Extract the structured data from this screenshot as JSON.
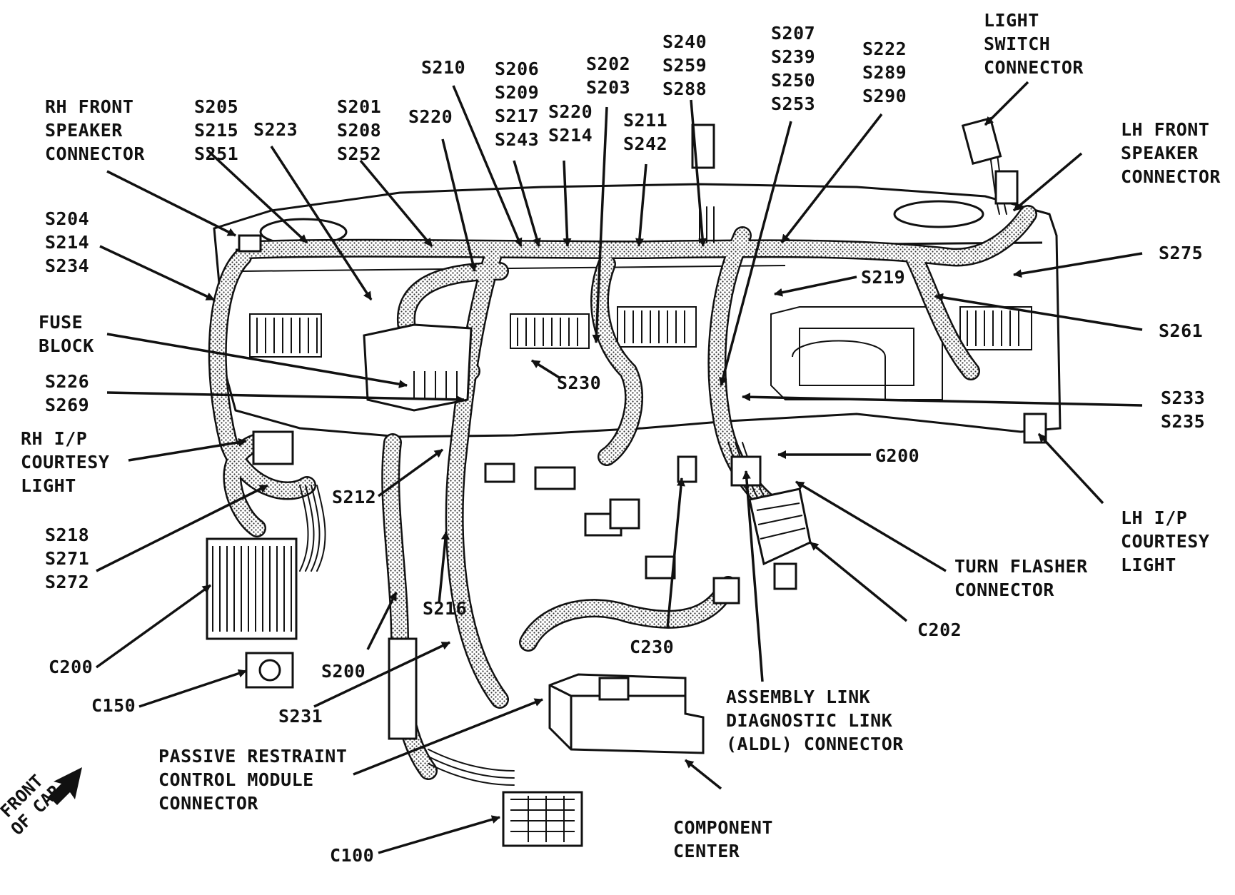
{
  "colors": {
    "ink": "#111111",
    "harness": "#d9d9d9",
    "background": "#ffffff"
  },
  "icons": [
    "front-of-car-arrow-icon",
    "callout-arrow-icon"
  ],
  "callouts": {
    "rh_front_speaker": [
      "RH FRONT",
      "SPEAKER",
      "CONNECTOR"
    ],
    "s205_group": [
      "S205",
      "S215",
      "S251"
    ],
    "s223": [
      "S223"
    ],
    "s201_group": [
      "S201",
      "S208",
      "S252"
    ],
    "s220_left": [
      "S220"
    ],
    "s210": [
      "S210"
    ],
    "s206_group": [
      "S206",
      "S209",
      "S217",
      "S243"
    ],
    "s220_s214": [
      "S220",
      "S214"
    ],
    "s202_group": [
      "S202",
      "S203"
    ],
    "s211_group": [
      "S211",
      "S242"
    ],
    "s240_group": [
      "S240",
      "S259",
      "S288"
    ],
    "s207_group": [
      "S207",
      "S239",
      "S250",
      "S253"
    ],
    "s222_group": [
      "S222",
      "S289",
      "S290"
    ],
    "light_switch": [
      "LIGHT",
      "SWITCH",
      "CONNECTOR"
    ],
    "lh_front_speaker": [
      "LH FRONT",
      "SPEAKER",
      "CONNECTOR"
    ],
    "s204_group": [
      "S204",
      "S214",
      "S234"
    ],
    "fuse_block": [
      "FUSE",
      "BLOCK"
    ],
    "s226_group": [
      "S226",
      "S269"
    ],
    "rh_ip_courtesy": [
      "RH I/P",
      "COURTESY",
      "LIGHT"
    ],
    "s218_group": [
      "S218",
      "S271",
      "S272"
    ],
    "c200": [
      "C200"
    ],
    "c150": [
      "C150"
    ],
    "s212": [
      "S212"
    ],
    "s230_upper": [
      "S230"
    ],
    "s216": [
      "S216"
    ],
    "s200": [
      "S200"
    ],
    "s231": [
      "S231"
    ],
    "passive_restraint": [
      "PASSIVE RESTRAINT",
      "CONTROL MODULE",
      "CONNECTOR"
    ],
    "c100": [
      "C100"
    ],
    "c230": [
      "C230"
    ],
    "component_center": [
      "COMPONENT",
      "CENTER"
    ],
    "aldl": [
      "ASSEMBLY LINK",
      "DIAGNOSTIC LINK",
      "(ALDL) CONNECTOR"
    ],
    "s219": [
      "S219"
    ],
    "s275": [
      "S275"
    ],
    "s261": [
      "S261"
    ],
    "s233_group": [
      "S233",
      "S235"
    ],
    "g200": [
      "G200"
    ],
    "lh_ip_courtesy": [
      "LH I/P",
      "COURTESY",
      "LIGHT"
    ],
    "turn_flasher": [
      "TURN FLASHER",
      "CONNECTOR"
    ],
    "c202": [
      "C202"
    ]
  },
  "front_of_car": [
    "FRONT",
    "OF CAR"
  ]
}
